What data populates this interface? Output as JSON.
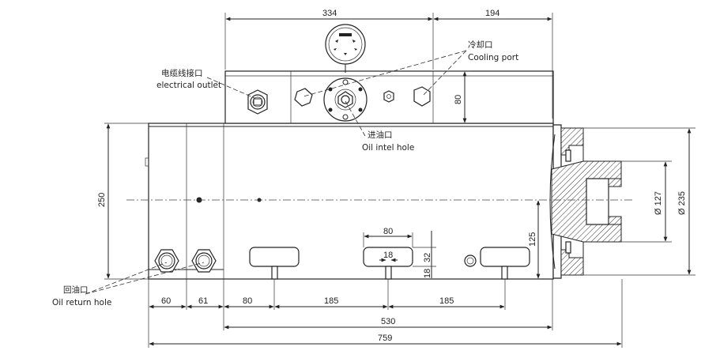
{
  "dimensions": {
    "top_width_a": "334",
    "top_width_b": "194",
    "height_80": "80",
    "height_250": "250",
    "height_125": "125",
    "dia_127": "Ø 127",
    "dia_235": "Ø 235",
    "port_width": "80",
    "port_gap": "18",
    "port_h32": "32",
    "port_h18": "18",
    "bottom_60": "60",
    "bottom_61": "61",
    "bottom_80": "80",
    "bottom_185a": "185",
    "bottom_185b": "185",
    "overall_530": "530",
    "overall_759": "759"
  },
  "labels": {
    "cooling_cn": "冷却口",
    "cooling_en": "Cooling port",
    "electrical_cn": "电缆线接口",
    "electrical_en": "electrical outlet",
    "oil_inlet_cn": "进油口",
    "oil_inlet_en": "Oil intel hole",
    "oil_return_cn": "回油口",
    "oil_return_en": "Oil return hole"
  }
}
